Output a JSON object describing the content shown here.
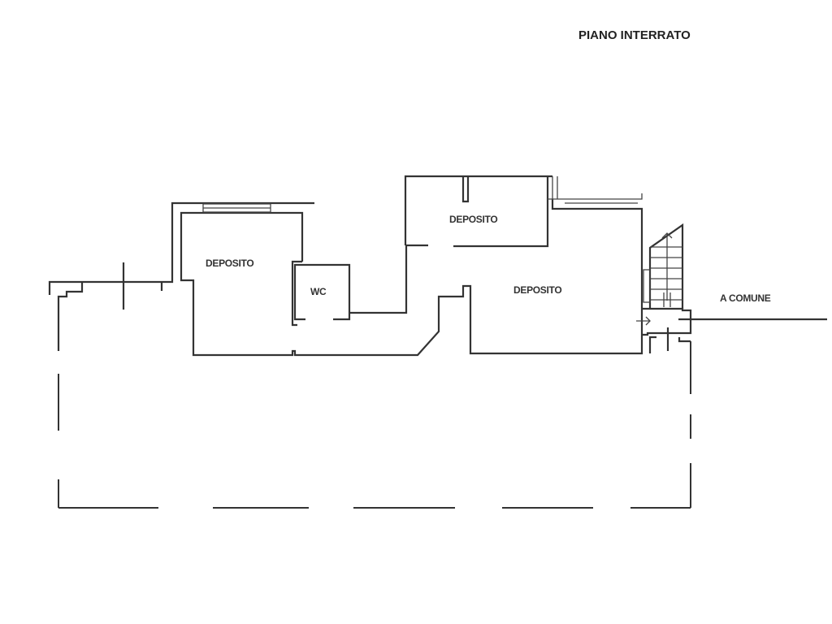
{
  "title": "PIANO INTERRATO",
  "rooms": [
    {
      "label": "DEPOSITO"
    },
    {
      "label": "WC"
    },
    {
      "label": "DEPOSITO"
    },
    {
      "label": "DEPOSITO"
    }
  ],
  "access_label": "A COMUNE"
}
